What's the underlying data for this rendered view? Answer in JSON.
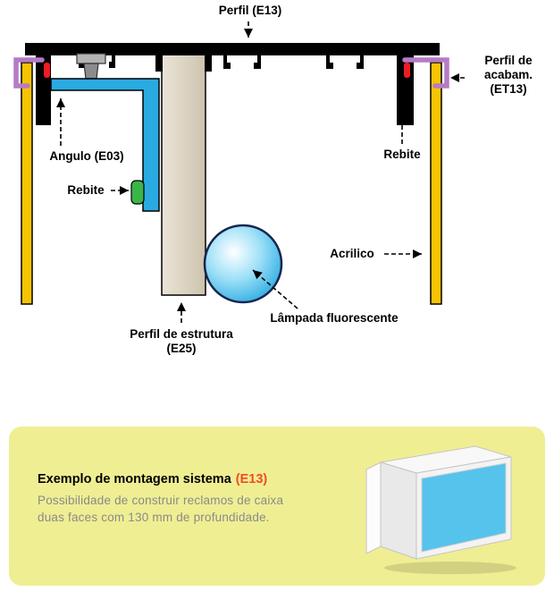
{
  "colors": {
    "acrylic_yellow": "#f6c400",
    "angle_cyan": "#29abe2",
    "structure_beige": "#d9d0bf",
    "clip_purple": "#b57bc6",
    "rivet_red": "#ee1c25",
    "rivet_green": "#3ab54a",
    "lamp_blue": "#1ba3dd",
    "panel_yellow": "#f0ee93",
    "code_orange": "#f04e23",
    "body_gray": "#8a8a8a"
  },
  "diagram": {
    "labels": {
      "perfil_top": "Perfil (E13)",
      "perfil_acabam": "Perfil de\nacabam.\n(ET13)",
      "angulo": "Angulo (E03)",
      "rebite_left": "Rebite",
      "rebite_right": "Rebite",
      "acrilico": "Acrilico",
      "lampada": "Lâmpada fluorescente",
      "perfil_estrutura": "Perfil de estrutura\n(E25)"
    }
  },
  "example_box": {
    "title": "Exemplo de montagem sistema",
    "title_code": "(E13)",
    "description_line1": "Possibilidade de construir reclamos de caixa",
    "description_line2": "duas faces com 130 mm de profundidade."
  }
}
